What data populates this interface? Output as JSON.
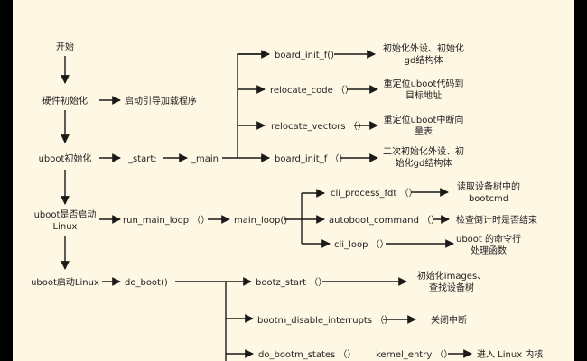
{
  "diagram": {
    "col1": {
      "start": "开始",
      "hw_init": "硬件初始化",
      "uboot_init": "uboot初始化",
      "uboot_is_start_line1": "uboot是否启动",
      "uboot_is_start_line2": "Linux",
      "uboot_start_linux": "uboot启动Linux"
    },
    "col2": {
      "boot_loader": "启动引导加载程序",
      "start_fn": "_start:",
      "run_main_loop": "run_main_loop （）",
      "do_boot": "do_boot()"
    },
    "col3": {
      "main": "_main",
      "main_loop": "main_loop()"
    },
    "main_branch": {
      "board_init_f1": "board_init_f()",
      "board_init_f1_desc_line1": "初始化外设、初始化",
      "board_init_f1_desc_line2": "gd结构体",
      "relocate_code": "relocate_code （）",
      "relocate_code_desc_line1": "重定位uboot代码到",
      "relocate_code_desc_line2": "目标地址",
      "relocate_vectors": "relocate_vectors （）",
      "relocate_vectors_desc_line1": "重定位uboot中断向",
      "relocate_vectors_desc_line2": "量表",
      "board_init_f2": "board_init_f （）",
      "board_init_f2_desc_line1": "二次初始化外设、初",
      "board_init_f2_desc_line2": "始化gd结构体"
    },
    "main_loop_branch": {
      "cli_process_fdt": "cli_process_fdt （）",
      "cli_process_fdt_desc_line1": "读取设备树中的",
      "cli_process_fdt_desc_line2": "bootcmd",
      "autoboot_command": "autoboot_command （）",
      "autoboot_command_desc": "检查倒计时是否结束",
      "cli_loop": "cli_loop （）",
      "cli_loop_desc_line1": "uboot 的命令行",
      "cli_loop_desc_line2": "处理函数"
    },
    "do_boot_branch": {
      "bootz_start": "bootz_start （）",
      "bootz_start_desc_line1": "初始化images、",
      "bootz_start_desc_line2": "查找设备树",
      "bootm_disable_interrupts": "bootm_disable_interrupts （）",
      "bootm_disable_interrupts_desc": "关闭中断",
      "do_bootm_states": "do_bootm_states （）",
      "kernel_entry": "kernel_entry （）",
      "kernel_entry_desc": "进入 Linux 内核"
    }
  },
  "colors": {
    "background": "#fdf7e4",
    "line": "#1a1a1a",
    "text": "#222222",
    "frame": "#000000"
  }
}
